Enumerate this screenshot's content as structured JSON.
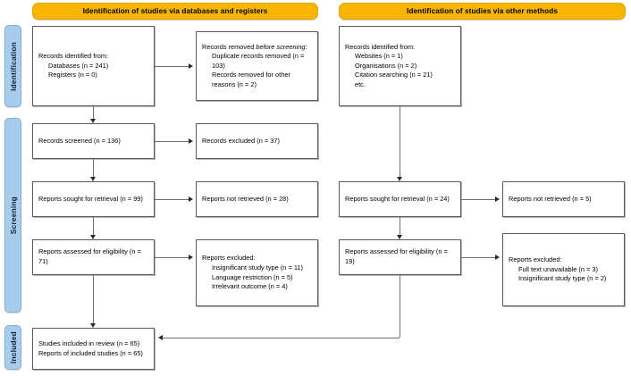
{
  "diagram": {
    "type": "prisma-2020-flow-diagram",
    "banners": [
      {
        "id": "databases",
        "label": "Identification of studies via databases and registers"
      },
      {
        "id": "other",
        "label": "Identification of studies via other methods"
      }
    ],
    "stages": [
      {
        "id": "identification",
        "label": "Identification"
      },
      {
        "id": "screening",
        "label": "Screening"
      },
      {
        "id": "included",
        "label": "Included"
      }
    ],
    "boxes": {
      "records_identified": {
        "line1": "Records identified from:",
        "line2": "Databases (n = 241)",
        "line3": "Registers (n = 0)"
      },
      "records_removed": {
        "line1": "Records removed ",
        "line1_italic": "before screening",
        "line1_tail": ":",
        "line2": "Duplicate records removed (n = 103)",
        "line3": "Records removed for other reasons (n = 2)"
      },
      "records_screened": {
        "line1": "Records screened",
        "line2": "(n = 136)"
      },
      "records_excluded": {
        "line1": "Records excluded",
        "line2": "(n = 37)"
      },
      "reports_sought": {
        "line1": "Reports sought for retrieval",
        "line2": "(n = 99)"
      },
      "reports_not_retrieved": {
        "line1": "Reports not retrieved",
        "line2": "(n = 28)"
      },
      "reports_assessed": {
        "line1": "Reports assessed for eligibility",
        "line2": "(n = 71)"
      },
      "reports_excluded": {
        "line1": "Reports excluded:",
        "line2": "Insignificant study type (n = 11)",
        "line3": "Language restriction (n = 5)",
        "line4": "Irrelevant outcome (n = 4)"
      },
      "studies_included": {
        "line1": "Studies included in review",
        "line2": "(n = 65)",
        "line3": "Reports of included studies",
        "line4": "(n = 65)"
      },
      "other_identified": {
        "line1": "Records identified from:",
        "line2": "Websites (n = 1)",
        "line3": "Organisations (n = 2)",
        "line4": "Citation searching (n = 21)",
        "line5": "etc."
      },
      "other_reports_sought": {
        "line1": "Reports sought for retrieval",
        "line2": "(n = 24)"
      },
      "other_reports_not_retrieved": {
        "line1": "Reports not retrieved",
        "line2": "(n = 5)"
      },
      "other_reports_assessed": {
        "line1": "Reports assessed for eligibility",
        "line2": "(n = 19)"
      },
      "other_reports_excluded": {
        "line1": "Reports excluded:",
        "line2": "Full text unavailable (n = 3)",
        "line3": "Insignificant study type (n = 2)"
      }
    },
    "colors": {
      "banner": "#F7B500",
      "stage": "#A8CCEC",
      "box_border": "#5b5b5b",
      "connector": "#6e6e6e",
      "background": "#ffffff"
    }
  }
}
